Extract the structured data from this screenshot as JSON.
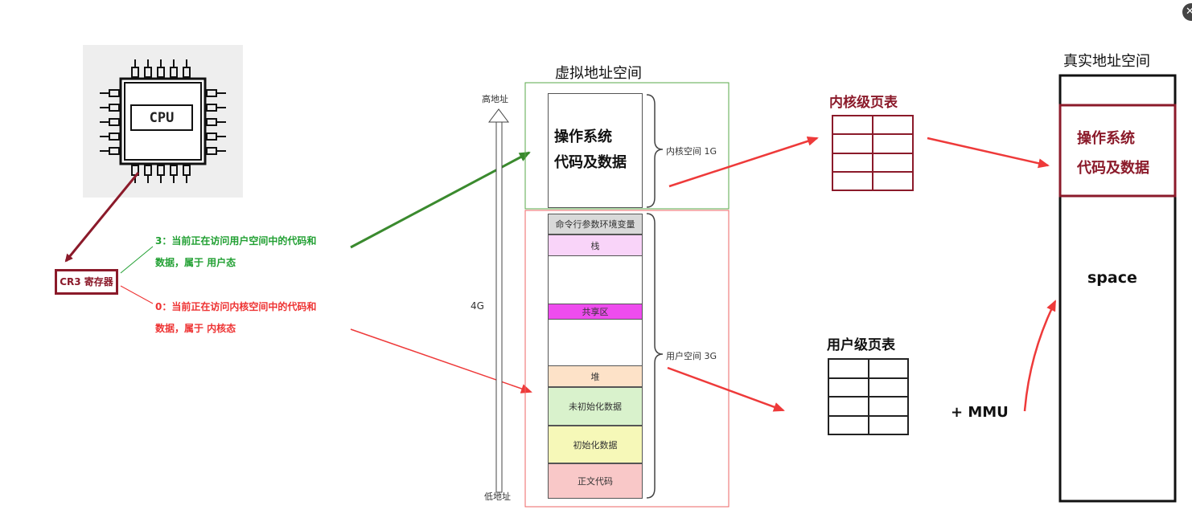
{
  "cpu": {
    "chip_label": "CPU"
  },
  "cr3": {
    "register_label": "CR3 寄存器",
    "mode_user": {
      "line1": "3：当前正在访问用户空间中的代码和",
      "line2": "数据，属于 用户态",
      "color": "#22a033"
    },
    "mode_kernel": {
      "line1": "0：当前正在访问内核空间中的代码和",
      "line2": "数据，属于 内核态",
      "color": "#ee3333"
    }
  },
  "virtual_space": {
    "title": "虚拟地址空间",
    "high_addr": "高地址",
    "low_addr": "低地址",
    "size_label": "4G",
    "kernel_brace_label": "内核空间 1G",
    "user_brace_label": "用户空间 3G",
    "kernel_block": {
      "line1": "操作系统",
      "line2": "代码及数据"
    },
    "segments": [
      {
        "label": "命令行参数环境变量",
        "color": "#d9d9d9"
      },
      {
        "label": "栈",
        "color": "#f9d4f9"
      },
      {
        "label": "",
        "color": "#ffffff"
      },
      {
        "label": "共享区",
        "color": "#ee4cee"
      },
      {
        "label": "",
        "color": "#ffffff"
      },
      {
        "label": "堆",
        "color": "#fde2c8"
      },
      {
        "label": "未初始化数据",
        "color": "#d9f2cc"
      },
      {
        "label": "初始化数据",
        "color": "#f6f8b8"
      },
      {
        "label": "正文代码",
        "color": "#f9c8c8"
      }
    ]
  },
  "page_tables": {
    "kernel_title": "内核级页表",
    "user_title": "用户级页表",
    "kernel_color": "#8b1a2a"
  },
  "mmu_label": "+ MMU",
  "physical_space": {
    "title": "真实地址空间",
    "os_block": {
      "line1": "操作系统",
      "line2": "代码及数据"
    },
    "space_label": "space"
  },
  "colors": {
    "dark_red": "#8b1a2a",
    "green_arrow": "#3a8a2e",
    "red_arrow": "#ee3a3a",
    "purple_arrow": "#6a63d8"
  }
}
